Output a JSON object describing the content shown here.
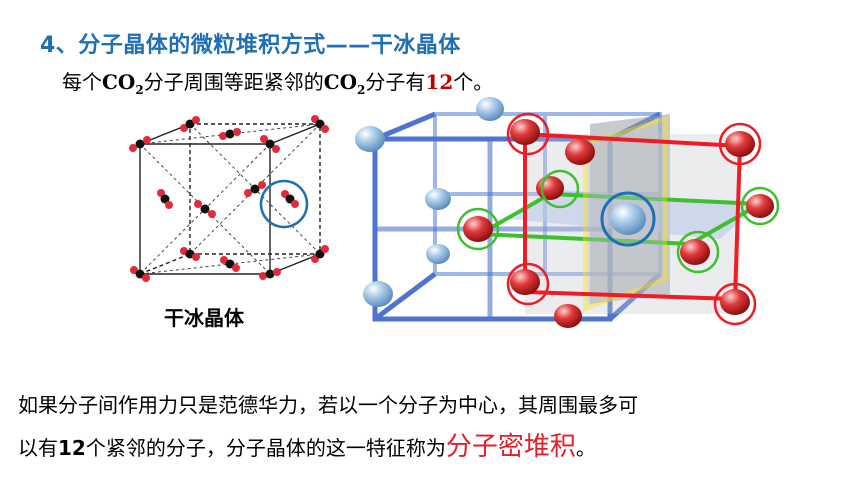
{
  "heading": "4、分子晶体的微粒堆积方式——干冰晶体",
  "line1": {
    "t1": "每个",
    "co2a_main": "CO",
    "co2a_sub": "2",
    "t2": "分子周围等距紧邻的",
    "co2b_main": "CO",
    "co2b_sub": "2",
    "t3": "分子有",
    "count": "12",
    "t4": "个。"
  },
  "left_figure": {
    "caption": "干冰晶体"
  },
  "paragraph": {
    "line1": "如果分子间作用力只是范德华力，若以一个分子为中心，其周围最多可",
    "l2_a": "以有",
    "l2_num": "12",
    "l2_b": "个紧邻的分子，分子晶体的这一特征称为",
    "term": "分子密堆积",
    "l2_end": "。"
  },
  "colors": {
    "heading": "#1f6fb5",
    "highlight_red": "#c00000",
    "term_red": "#e0202a",
    "cube_blue": "#5b86d8",
    "plane_red": "#ee1c24",
    "plane_yellow": "#ffe600",
    "plane_green": "#3fbf2f",
    "sphere_blue": "#a8cbe8",
    "sphere_red": "#e03a3a"
  }
}
